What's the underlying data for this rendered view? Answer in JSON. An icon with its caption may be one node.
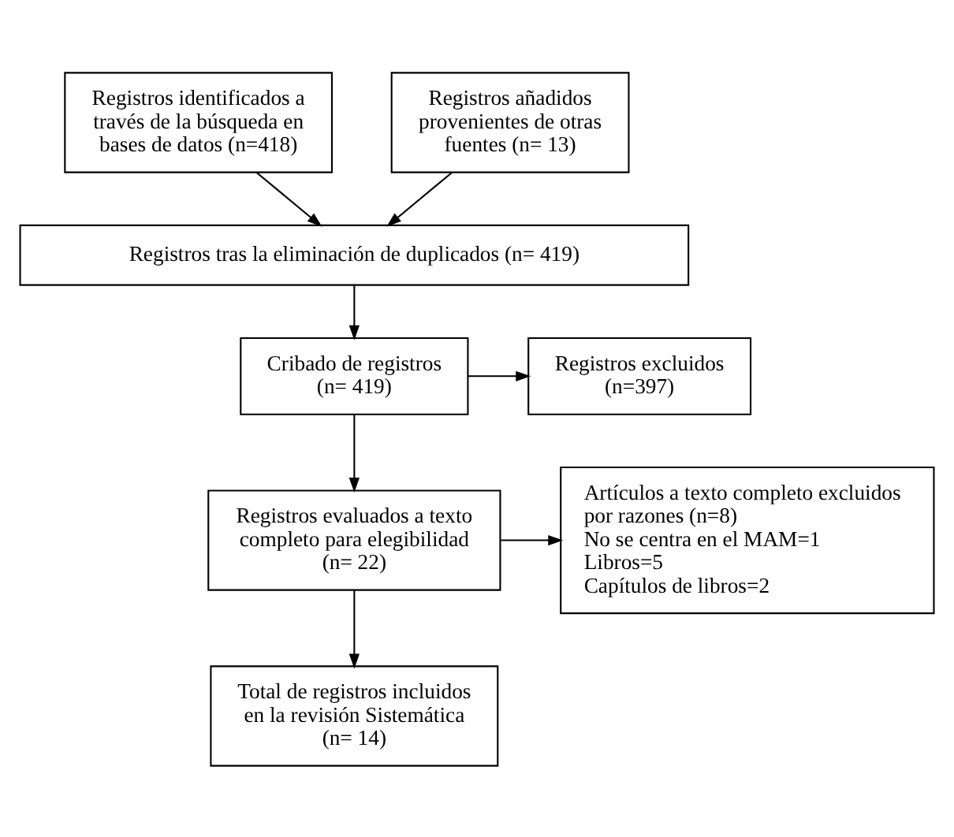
{
  "diagram": {
    "nodes": [
      {
        "text": [
          "Registros identificados a través de la búsqueda en bases de datos (n=418)"
        ]
      },
      {
        "text": [
          "Registros añadidos provenientes de otras fuentes (n= 13)"
        ]
      },
      {
        "text": [
          "Registros tras la eliminación de duplicados (n= 419)"
        ]
      },
      {
        "text": [
          "Cribado de registros",
          "(n= 419)"
        ]
      },
      {
        "text": [
          "Registros excluidos",
          "(n=397)"
        ]
      },
      {
        "text": [
          "Registros evaluados a texto completo para elegibilidad",
          "(n= 22)"
        ]
      },
      {
        "text": [
          "Artículos a texto completo excluidos por razones (n=8)",
          "No se centra en el MAM=1",
          "Libros=5",
          "Capítulos de libros=2"
        ]
      },
      {
        "text": [
          "Total de registros incluidos en la revisión Sistemática",
          "(n= 14)"
        ]
      }
    ],
    "edges": [
      {
        "from": 0,
        "to": 2,
        "arrow": "to"
      },
      {
        "from": 1,
        "to": 2,
        "arrow": "to"
      },
      {
        "from": 2,
        "to": 3,
        "arrow": "to"
      },
      {
        "from": 3,
        "to": 4,
        "arrow": "to"
      },
      {
        "from": 3,
        "to": 5,
        "arrow": "to"
      },
      {
        "from": 5,
        "to": 6,
        "arrow": "to"
      },
      {
        "from": 5,
        "to": 7,
        "arrow": "to"
      }
    ]
  }
}
